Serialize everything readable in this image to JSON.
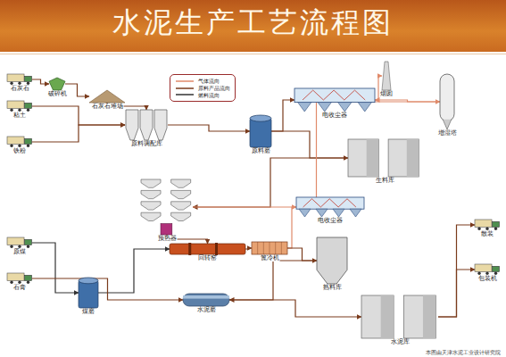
{
  "diagram": {
    "title": "水泥生产工艺流程图",
    "nodes": [
      {
        "text": [
          "石灰石"
        ]
      },
      {
        "text": [
          "破碎机"
        ]
      },
      {
        "text": [
          "石灰石堆场"
        ]
      },
      {
        "text": [
          "粘土"
        ]
      },
      {
        "text": [
          "铁粉"
        ]
      },
      {
        "text": [
          "原料调配库"
        ]
      },
      {
        "text": [
          "原料磨"
        ]
      },
      {
        "text": [
          "电收尘器"
        ]
      },
      {
        "text": [
          "烟囱"
        ]
      },
      {
        "text": [
          "增湿塔"
        ]
      },
      {
        "text": [
          "生料库"
        ]
      },
      {
        "text": [
          "预热器"
        ]
      },
      {
        "text": [
          "煤磨"
        ]
      },
      {
        "text": [
          "原煤"
        ]
      },
      {
        "text": [
          "回转窑"
        ]
      },
      {
        "text": [
          "篦冷机"
        ]
      },
      {
        "text": [
          "电收尘器"
        ]
      },
      {
        "text": [
          "熟料库"
        ]
      },
      {
        "text": [
          "石膏"
        ]
      },
      {
        "text": [
          "水泥磨"
        ]
      },
      {
        "text": [
          "水泥库"
        ]
      },
      {
        "text": [
          "散装"
        ]
      },
      {
        "text": [
          "包装机"
        ]
      }
    ],
    "edges": [
      {
        "from": 0,
        "to": 1,
        "arrow": "to"
      },
      {
        "from": 1,
        "to": 2,
        "arrow": "to"
      },
      {
        "from": 2,
        "to": 5,
        "arrow": "to"
      },
      {
        "from": 3,
        "to": 5,
        "arrow": "to"
      },
      {
        "from": 4,
        "to": 5,
        "arrow": "to"
      },
      {
        "from": 5,
        "to": 6,
        "arrow": "to"
      },
      {
        "from": 6,
        "to": 7,
        "arrow": "to"
      },
      {
        "from": 7,
        "to": 8,
        "arrow": "to"
      },
      {
        "from": 9,
        "to": 7,
        "arrow": "to"
      },
      {
        "from": 6,
        "to": 10,
        "arrow": "to"
      },
      {
        "from": 10,
        "to": 11,
        "arrow": "to"
      },
      {
        "from": 11,
        "to": 14,
        "arrow": "to"
      },
      {
        "from": 11,
        "to": 9,
        "arrow": "to"
      },
      {
        "from": 13,
        "to": 12,
        "arrow": "to"
      },
      {
        "from": 12,
        "to": 14,
        "arrow": "to"
      },
      {
        "from": 14,
        "to": 15,
        "arrow": "to"
      },
      {
        "from": 15,
        "to": 16,
        "arrow": "to"
      },
      {
        "from": 15,
        "to": 17,
        "arrow": "to"
      },
      {
        "from": 17,
        "to": 19,
        "arrow": "to"
      },
      {
        "from": 18,
        "to": 19,
        "arrow": "to"
      },
      {
        "from": 19,
        "to": 20,
        "arrow": "to"
      },
      {
        "from": 20,
        "to": 21,
        "arrow": "to"
      },
      {
        "from": 20,
        "to": 22,
        "arrow": "to"
      }
    ],
    "labels": [
      "本图由天津水泥工业设计研究院"
    ],
    "legend": [
      {
        "text": "气体流向"
      },
      {
        "text": "原料产品流向"
      },
      {
        "text": "燃料流向"
      }
    ]
  }
}
